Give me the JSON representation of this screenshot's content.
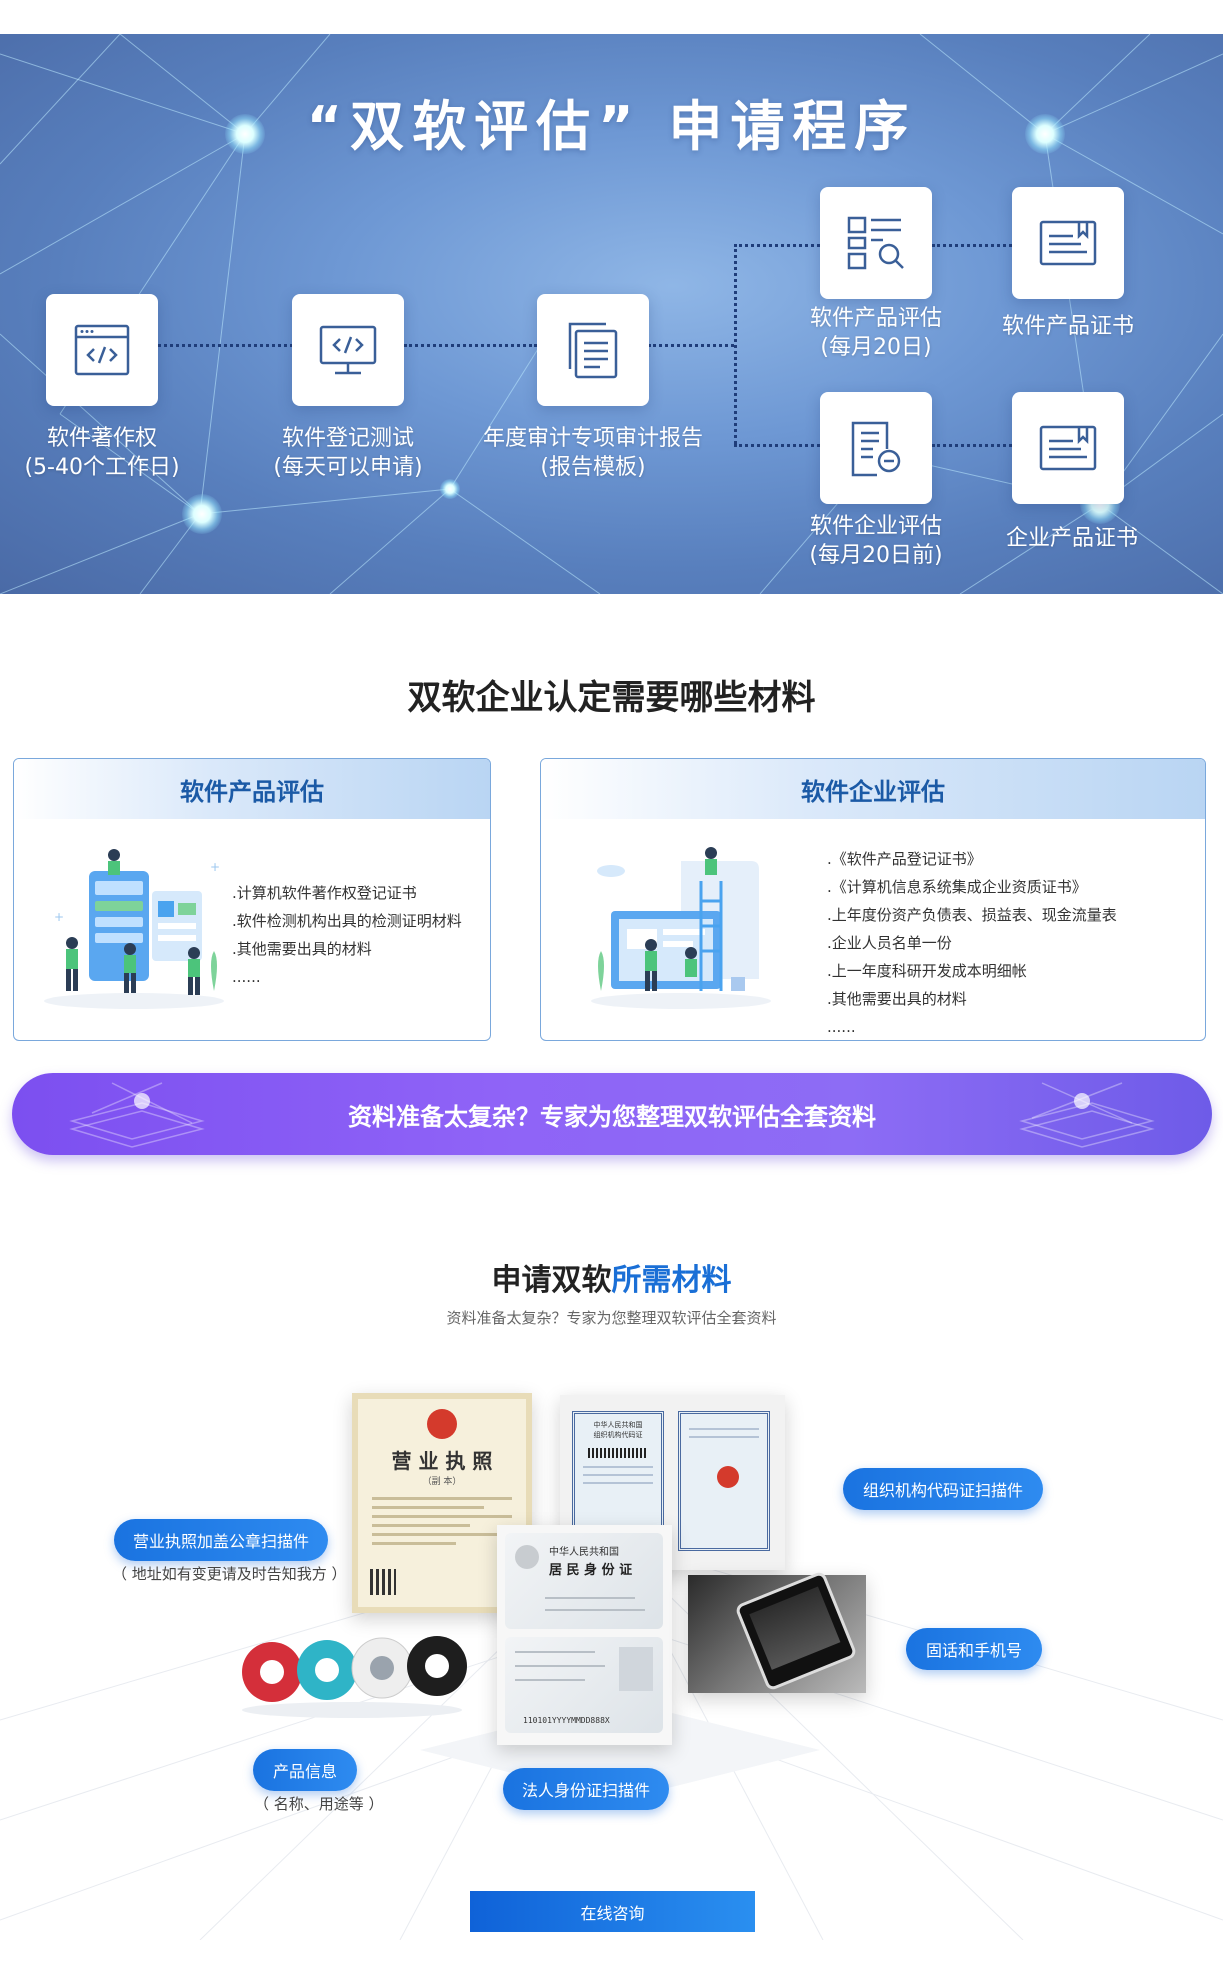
{
  "hero": {
    "title": "“双软评估” 申请程序",
    "steps": [
      {
        "label": "软件著作权",
        "sub": "(5-40个工作日)",
        "icon": "code-window-icon"
      },
      {
        "label": "软件登记测试",
        "sub": "(每天可以申请)",
        "icon": "monitor-code-icon"
      },
      {
        "label": "年度审计专项审计报告",
        "sub": "(报告模板)",
        "icon": "documents-icon"
      },
      {
        "label": "软件产品评估",
        "sub": "(每月20日)",
        "icon": "report-search-icon"
      },
      {
        "label": "软件产品证书",
        "sub": "",
        "icon": "certificate-icon"
      },
      {
        "label": "软件企业评估",
        "sub": "(每月20日前)",
        "icon": "document-search-icon"
      },
      {
        "label": "企业产品证书",
        "sub": "",
        "icon": "certificate-icon"
      }
    ]
  },
  "materials": {
    "title": "双软企业认定需要哪些材料",
    "product": {
      "header": "软件产品评估",
      "items": [
        ".计算机软件著作权登记证书",
        ".软件检测机构出具的检测证明材料",
        ".其他需要出具的材料",
        "......"
      ]
    },
    "enterprise": {
      "header": "软件企业评估",
      "items": [
        ".《软件产品登记证书》",
        ".《计算机信息系统集成企业资质证书》",
        ".上年度份资产负债表、损益表、现金流量表",
        ".企业人员名单一份",
        ".上一年度科研开发成本明细帐",
        ".其他需要出具的材料",
        "......"
      ]
    }
  },
  "banner": {
    "text": "资料准备太复杂？专家为您整理双软评估全套资料"
  },
  "required": {
    "title_a": "申请双软",
    "title_b": "所需材料",
    "subtitle": "资料准备太复杂？专家为您整理双软评估全套资料",
    "pills": {
      "license": "营业执照加盖公章扫描件",
      "license_note": "（ 地址如有变更请及时告知我方 ）",
      "org_code": "组织机构代码证扫描件",
      "phone": "固话和手机号",
      "product": "产品信息",
      "product_note": "（ 名称、用途等 ）",
      "id_card": "法人身份证扫描件"
    },
    "docs": {
      "license_title": "营 业 执 照",
      "license_copy": "（副 本）",
      "org_title": "中华人民共和国\n组织机构代码证",
      "id_title1": "中华人民共和国",
      "id_title2": "居 民 身 份 证",
      "id_number": "110101YYYYMMDD888X"
    },
    "consult_button": "在线咨询"
  }
}
